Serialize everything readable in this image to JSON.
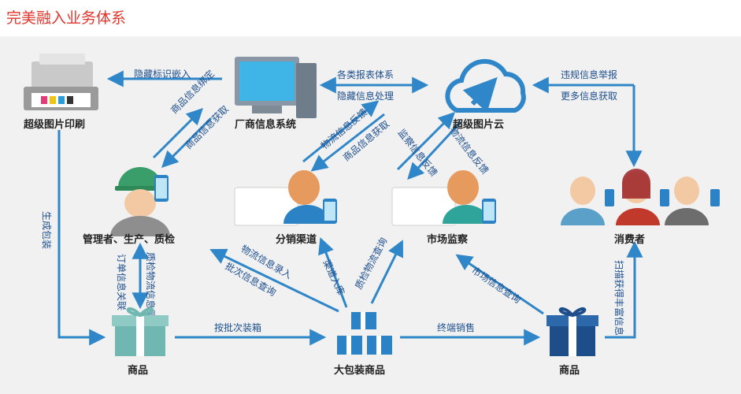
{
  "title": "完美融入业务体系",
  "colors": {
    "arrow": "#2f86c8",
    "title": "#e0362d",
    "gift_teal": "#6fb7b0",
    "gift_blue": "#2b83c6",
    "gift_navy": "#1e4e8a"
  },
  "nodes": {
    "printer": "超级图片印刷",
    "vendor_system": "厂商信息系统",
    "cloud": "超级图片云",
    "manager": "管理者、生产、质检",
    "channel": "分销渠道",
    "market": "市场监察",
    "consumer": "消费者",
    "goods_left": "商品",
    "big_package": "大包装商品",
    "goods_right": "商品"
  },
  "edges": {
    "hidden_embed": "隐藏标识嵌入",
    "report_system": "各类报表体系",
    "hidden_process": "隐藏信息处理",
    "violation_report": "违规信息举报",
    "more_info": "更多信息获取",
    "product_info_bind": "商品信息绑定",
    "product_info_get": "商品信息获取",
    "logistics_feedback": "物流信息反馈",
    "product_info_get2": "商品信息获取",
    "market_feedback": "监察信息反馈",
    "logistics_feedback2": "物流信息反馈",
    "produce_pack": "生成包装",
    "order_link": "订单信息关联",
    "qc_logistics_entry": "质检物流信息录入",
    "logistics_entry": "物流信息录入",
    "batch_query": "批次信息查询",
    "channel_inbound": "渠道入库",
    "qc_logistics_query": "质检物流查询",
    "market_query": "市场信息查询",
    "scan_info": "扫描获得丰富信息",
    "batch_pack": "按批次装箱",
    "terminal_sale": "终端销售"
  }
}
